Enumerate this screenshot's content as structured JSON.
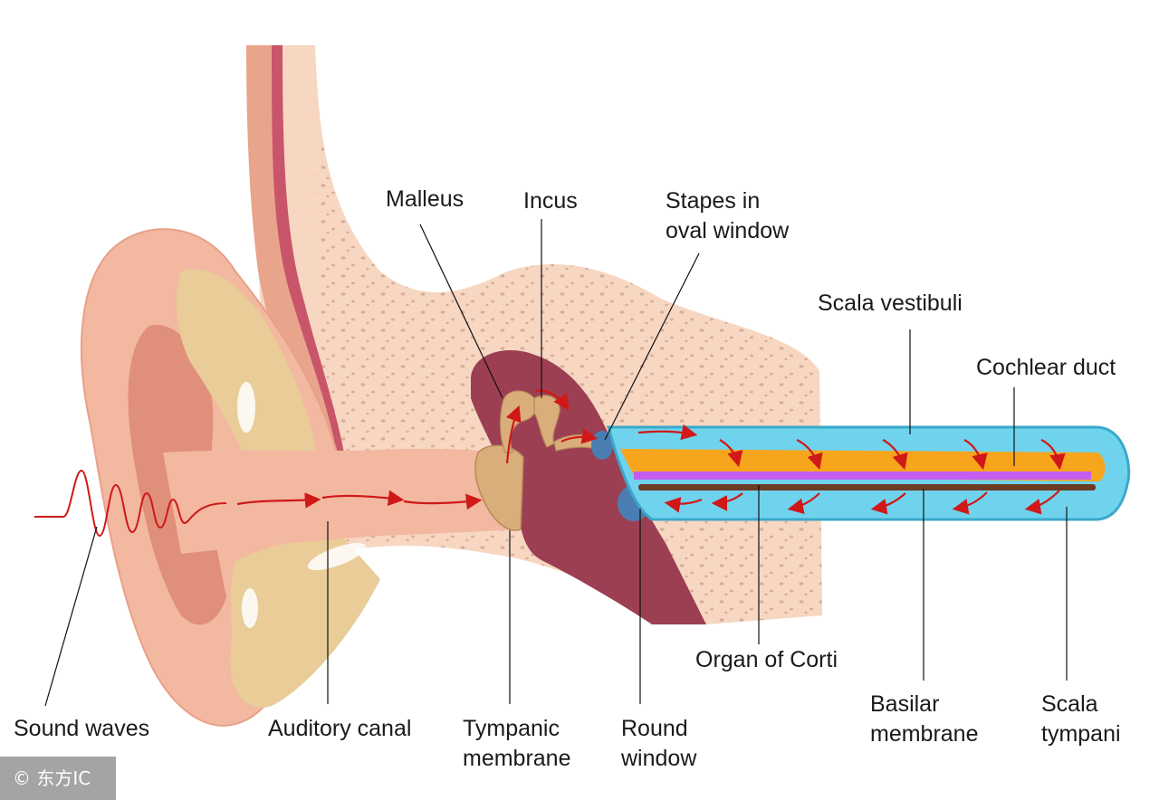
{
  "labels": {
    "malleus": "Malleus",
    "incus": "Incus",
    "stapes_line1": "Stapes in",
    "stapes_line2": "oval window",
    "scala_vestibuli": "Scala vestibuli",
    "cochlear_duct": "Cochlear duct",
    "organ_of_corti": "Organ of Corti",
    "sound_waves": "Sound waves",
    "auditory_canal": "Auditory canal",
    "tympanic_line1": "Tympanic",
    "tympanic_line2": "membrane",
    "round_line1": "Round",
    "round_line2": "window",
    "basilar_line1": "Basilar",
    "basilar_line2": "membrane",
    "scala_tympani_line1": "Scala",
    "scala_tympani_line2": "tympani"
  },
  "watermark": "© 东方IC",
  "colors": {
    "skin": "#f2b8a0",
    "skin_dark": "#e08f7a",
    "bone": "#f7d6c2",
    "cartilage": "#e9cc98",
    "middle_ear_cavity": "#9c3f52",
    "cochlea_fluid": "#6fd3ee",
    "cochlea_outline": "#3aa9c9",
    "cochlear_duct": "#f7a51c",
    "basilar_membrane": "#c45cf0",
    "organ_of_corti": "#6b3b22",
    "window": "#4a7eb3",
    "arrow": "#d01818"
  }
}
